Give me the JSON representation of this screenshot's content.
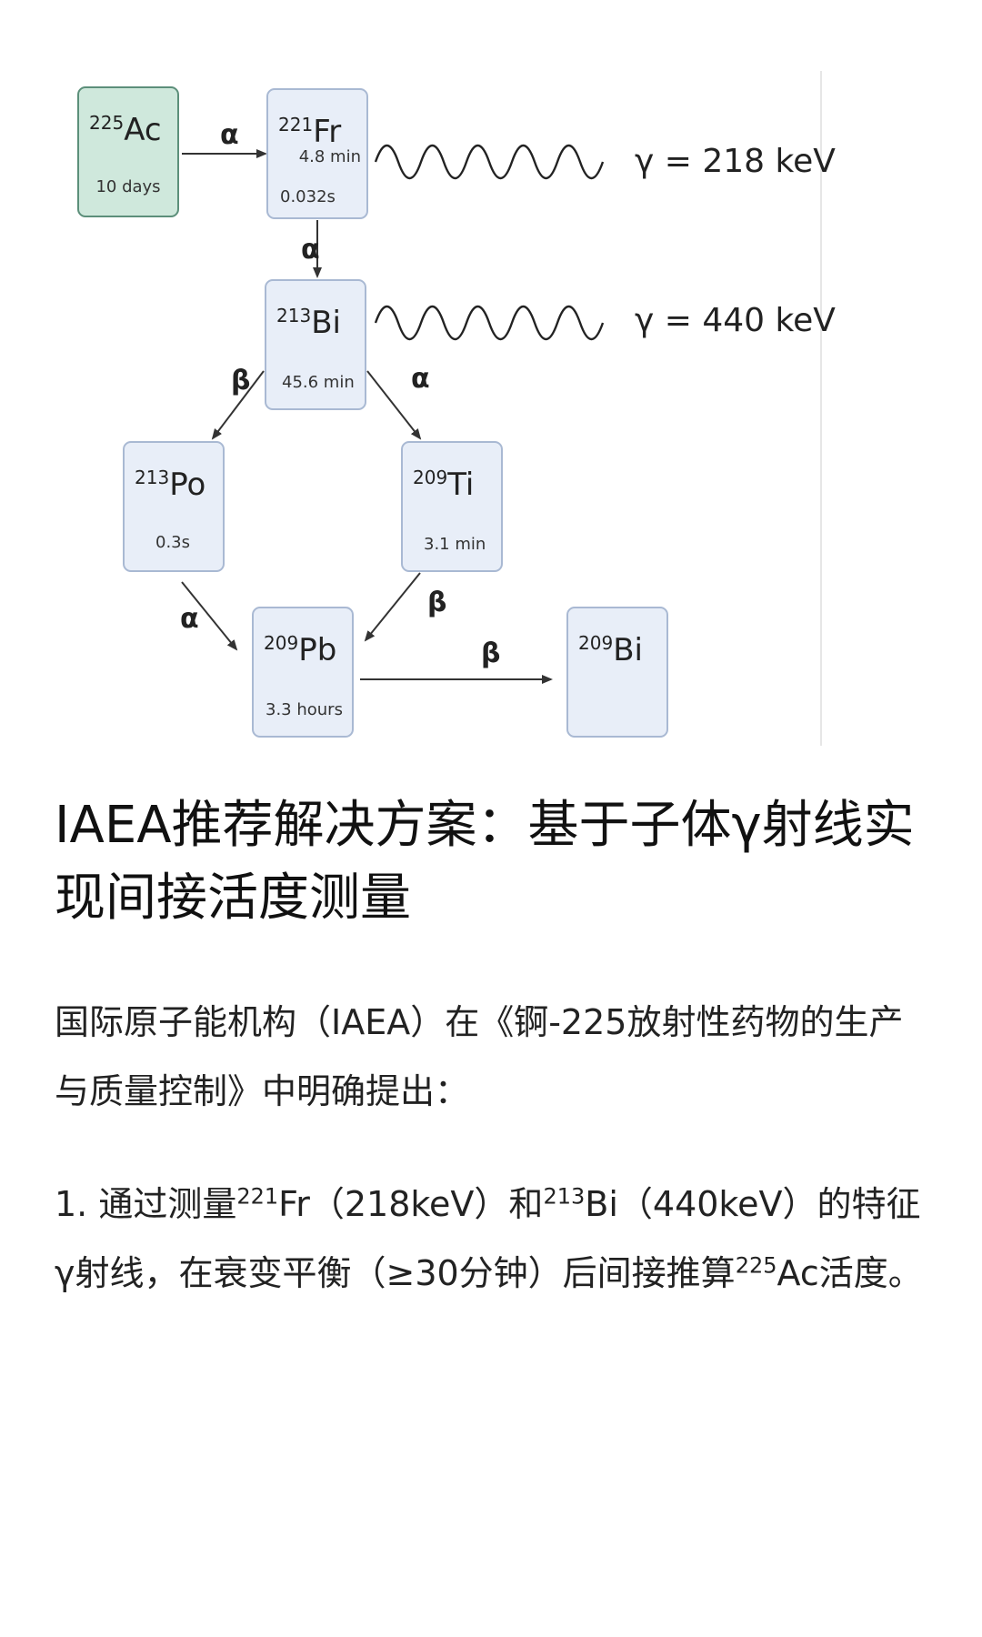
{
  "diagram": {
    "nodes": [
      {
        "id": "ac225",
        "mass": "225",
        "symbol": "Ac",
        "times": [
          "10 days"
        ],
        "highlight": true
      },
      {
        "id": "fr221",
        "mass": "221",
        "symbol": "Fr",
        "times": [
          "4.8 min",
          "0.032s"
        ],
        "highlight": false
      },
      {
        "id": "bi213",
        "mass": "213",
        "symbol": "Bi",
        "times": [
          "45.6 min"
        ],
        "highlight": false
      },
      {
        "id": "po213",
        "mass": "213",
        "symbol": "Po",
        "times": [
          "0.3s"
        ],
        "highlight": false
      },
      {
        "id": "ti209",
        "mass": "209",
        "symbol": "Ti",
        "times": [
          "3.1 min"
        ],
        "highlight": false
      },
      {
        "id": "pb209",
        "mass": "209",
        "symbol": "Pb",
        "times": [
          "3.3 hours"
        ],
        "highlight": false
      },
      {
        "id": "bi209",
        "mass": "209",
        "symbol": "Bi",
        "times": [],
        "highlight": false
      }
    ],
    "edges": [
      {
        "from": "ac225",
        "to": "fr221",
        "label": "α"
      },
      {
        "from": "fr221",
        "to": "bi213",
        "label": "α"
      },
      {
        "from": "bi213",
        "to": "po213",
        "label": "β"
      },
      {
        "from": "bi213",
        "to": "ti209",
        "label": "α"
      },
      {
        "from": "po213",
        "to": "pb209",
        "label": "α"
      },
      {
        "from": "ti209",
        "to": "pb209",
        "label": "β"
      },
      {
        "from": "pb209",
        "to": "bi209",
        "label": "β"
      }
    ],
    "gammas": [
      {
        "source": "fr221",
        "label": "γ = 218 keV"
      },
      {
        "source": "bi213",
        "label": "γ = 440 keV"
      }
    ],
    "colors": {
      "highlight_fill": "#cfe8dc",
      "highlight_stroke": "#5c8f7a",
      "node_fill": "#e8eef8",
      "node_stroke": "#a9b9d3"
    }
  },
  "article": {
    "heading": "IAEA推荐解决方案：基于子体γ射线实现间接活度测量",
    "intro": "国际原子能机构（IAEA）在《锕-225放射性药物的生产与质量控制》中明确提出：",
    "item1": {
      "prefix": "1. 通过测量",
      "iso1_mass": "221",
      "iso1_sym": "Fr",
      "mid1": "（218keV）和",
      "iso2_mass": "213",
      "iso2_sym": "Bi",
      "mid2": "（440keV）的特征γ射线，在衰变平衡（≥30分钟）后间接推算",
      "iso3_mass": "225",
      "suffix": "Ac活度。"
    }
  }
}
